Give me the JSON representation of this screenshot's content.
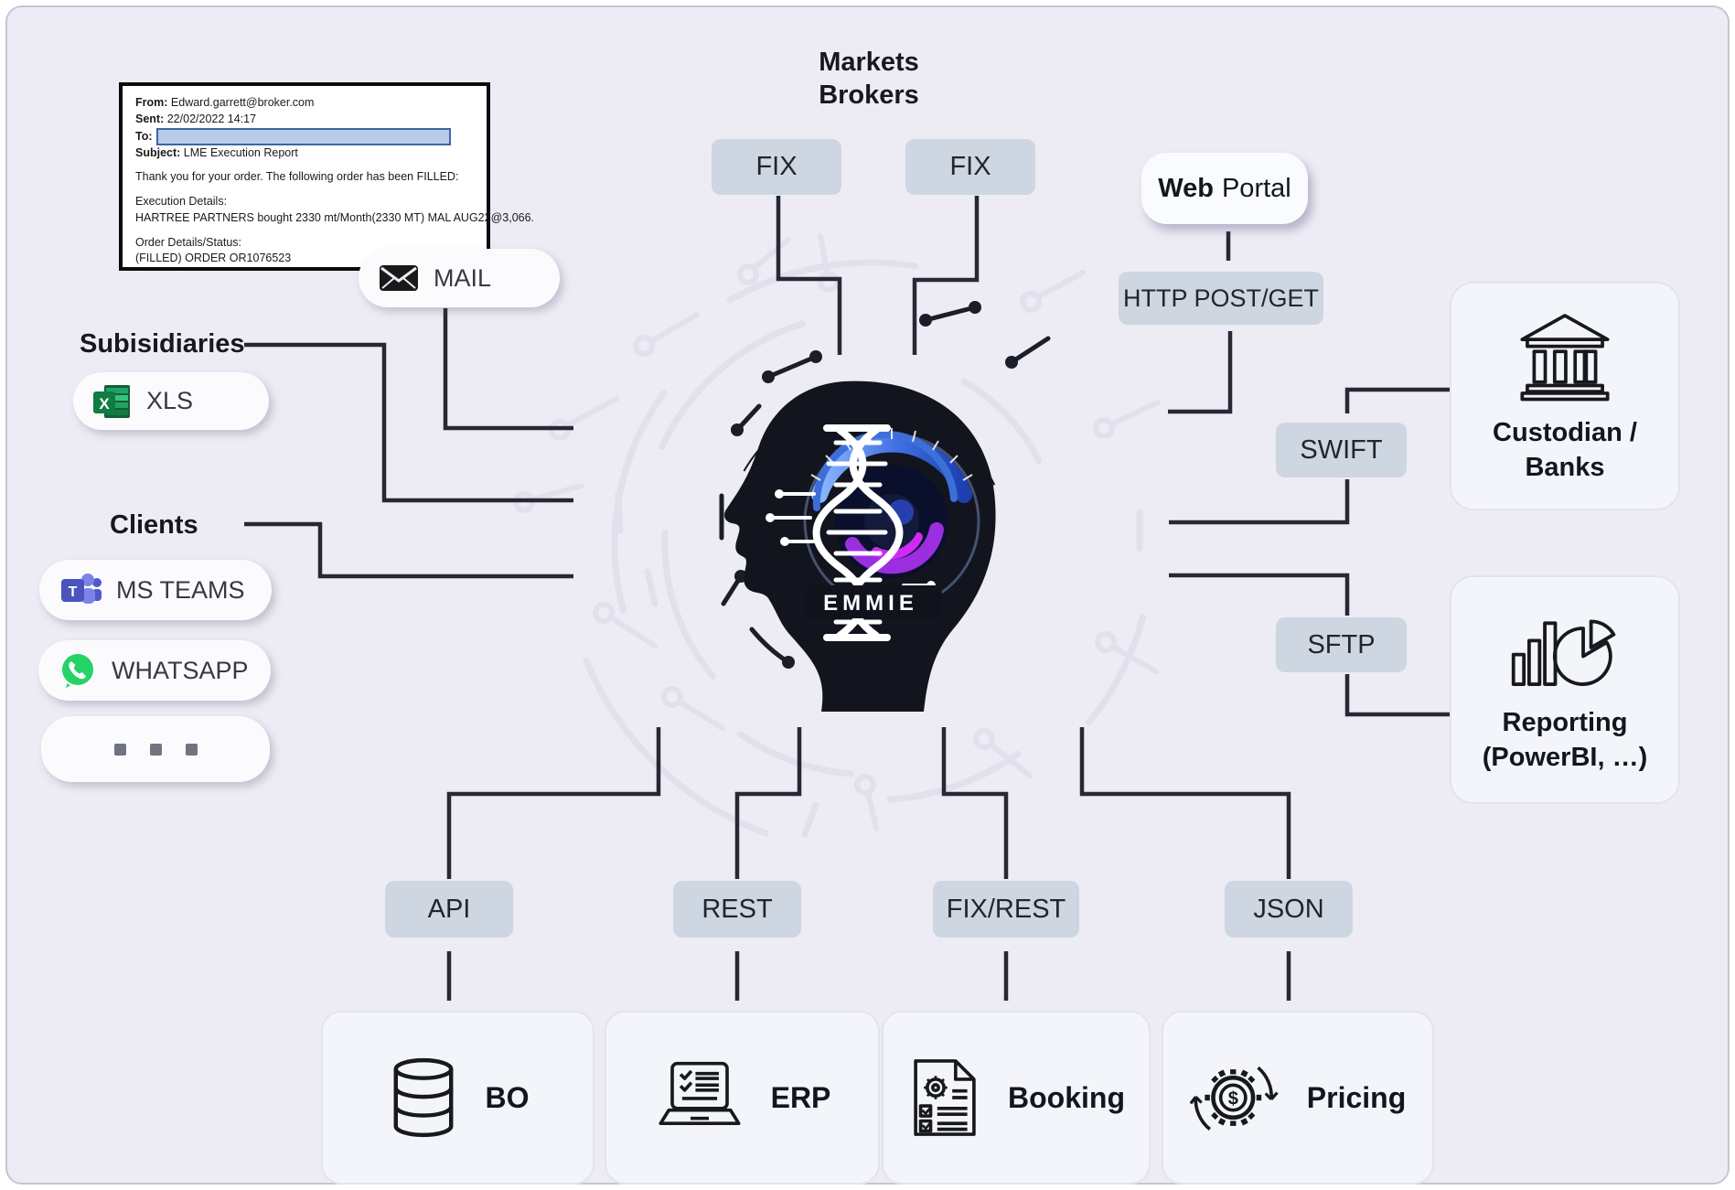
{
  "email": {
    "from_label": "From:",
    "from": "Edward.garrett@broker.com",
    "sent_label": "Sent:",
    "sent": "22/02/2022 14:17",
    "to_label": "To:",
    "subject_label": "Subject:",
    "subject": "LME Execution Report",
    "body1": "Thank you for your order. The following order has been FILLED:",
    "exec_heading": "Execution Details:",
    "exec_detail": "HARTREE PARTNERS bought 2330 mt/Month(2330 MT) MAL AUG22@3,066.",
    "order_heading": "Order Details/Status:",
    "order_detail": "(FILLED) ORDER OR1076523"
  },
  "left": {
    "mail": "MAIL",
    "subsidiaries": "Subisidiaries",
    "xls": "XLS",
    "xls_letter": "X",
    "clients": "Clients",
    "msteams": "MS TEAMS",
    "msteams_letter": "T",
    "whatsapp": "WHATSAPP",
    "more": "..."
  },
  "top": {
    "markets": "Markets",
    "brokers": "Brokers"
  },
  "webportal": {
    "bold": "Web",
    "rest": "Portal"
  },
  "protocols": {
    "fix_left": "FIX",
    "fix_right": "FIX",
    "http": "HTTP POST/GET",
    "swift": "SWIFT",
    "sftp": "SFTP",
    "api": "API",
    "rest": "REST",
    "fixrest": "FIX/REST",
    "json": "JSON"
  },
  "center": {
    "name": "EMMIE"
  },
  "right": {
    "custodian_line1": "Custodian /",
    "custodian_line2": "Banks",
    "reporting_line1": "Reporting",
    "reporting_line2": "(PowerBI, …)"
  },
  "bottom": {
    "bo": "BO",
    "erp": "ERP",
    "booking": "Booking",
    "pricing": "Pricing",
    "pricing_symbol": "$"
  },
  "colors": {
    "panel": "#edebf4",
    "badge": "#cdd6e1",
    "line": "#262935",
    "teams_purple": "#4b53bc",
    "whatsapp_green": "#25d366",
    "excel_green": "#107c41"
  }
}
